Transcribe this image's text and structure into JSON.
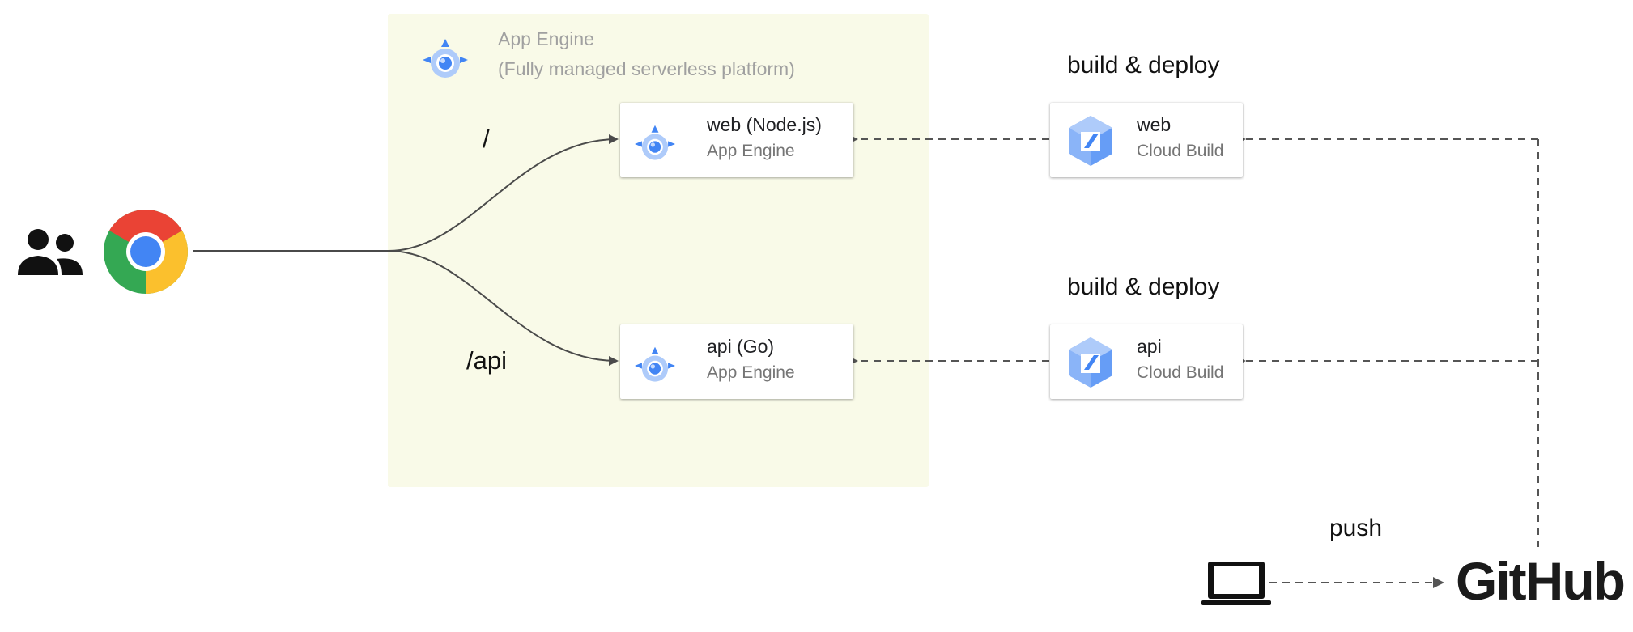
{
  "app_engine_region": {
    "title_line1": "App Engine",
    "title_line2": "(Fully managed serverless platform)",
    "icon": "app-engine-icon"
  },
  "routes": {
    "web": "/",
    "api": "/api"
  },
  "services": {
    "web": {
      "name": "web (Node.js)",
      "platform": "App Engine",
      "icon": "app-engine-icon"
    },
    "api": {
      "name": "api (Go)",
      "platform": "App Engine",
      "icon": "app-engine-icon"
    }
  },
  "builds": {
    "web": {
      "heading": "build & deploy",
      "name": "web",
      "platform": "Cloud Build",
      "icon": "cloud-build-icon"
    },
    "api": {
      "heading": "build & deploy",
      "name": "api",
      "platform": "Cloud Build",
      "icon": "cloud-build-icon"
    }
  },
  "source": {
    "push_label": "push",
    "repo_logo": "GitHub",
    "developer_icon": "laptop-icon"
  },
  "client": {
    "users_icon": "users-icon",
    "browser_icon": "chrome-icon"
  },
  "colors": {
    "region_bg": "#f9fae8",
    "arrow": "#4a4a4a",
    "dashed_arrow": "#555555",
    "app_engine_blue": "#4285f4",
    "cloud_build_blue": "#8ab4f8"
  }
}
